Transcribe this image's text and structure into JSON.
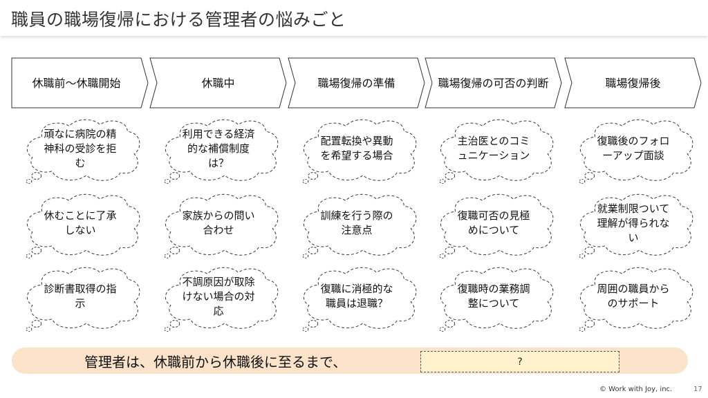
{
  "title": "職員の職場復帰における管理者の悩みごと",
  "steps": [
    {
      "label": "休職前〜休職開始",
      "concerns": [
        "頑なに病院の精神科の受診を拒む",
        "休むことに了承しない",
        "診断書取得の指示"
      ]
    },
    {
      "label": "休職中",
      "concerns": [
        "利用できる経済的な補償制度は？",
        "家族からの問い合わせ",
        "不調原因が取除けない場合の対応"
      ]
    },
    {
      "label": "職場復帰の準備",
      "concerns": [
        "配置転換や異動を希望する場合",
        "訓練を行う際の注意点",
        "復職に消極的な職員は退職？"
      ]
    },
    {
      "label": "職場復帰の可否の判断",
      "concerns": [
        "主治医とのコミュニケーション",
        "復職可否の見極めについて",
        "復職時の業務調整について"
      ]
    },
    {
      "label": "職場復帰後",
      "concerns": [
        "復職後のフォローアップ面談",
        "就業制限ついて理解が得られない",
        "周囲の職員からのサポート"
      ]
    }
  ],
  "bottom": {
    "text": "管理者は、休職前から休職後に至るまで、",
    "answer": "?"
  },
  "footer": {
    "copyright": "© Work with Joy, inc.",
    "page": "17"
  },
  "colors": {
    "bottom_bar": "#fbe3c9",
    "answer_box": "#fff2cc"
  }
}
